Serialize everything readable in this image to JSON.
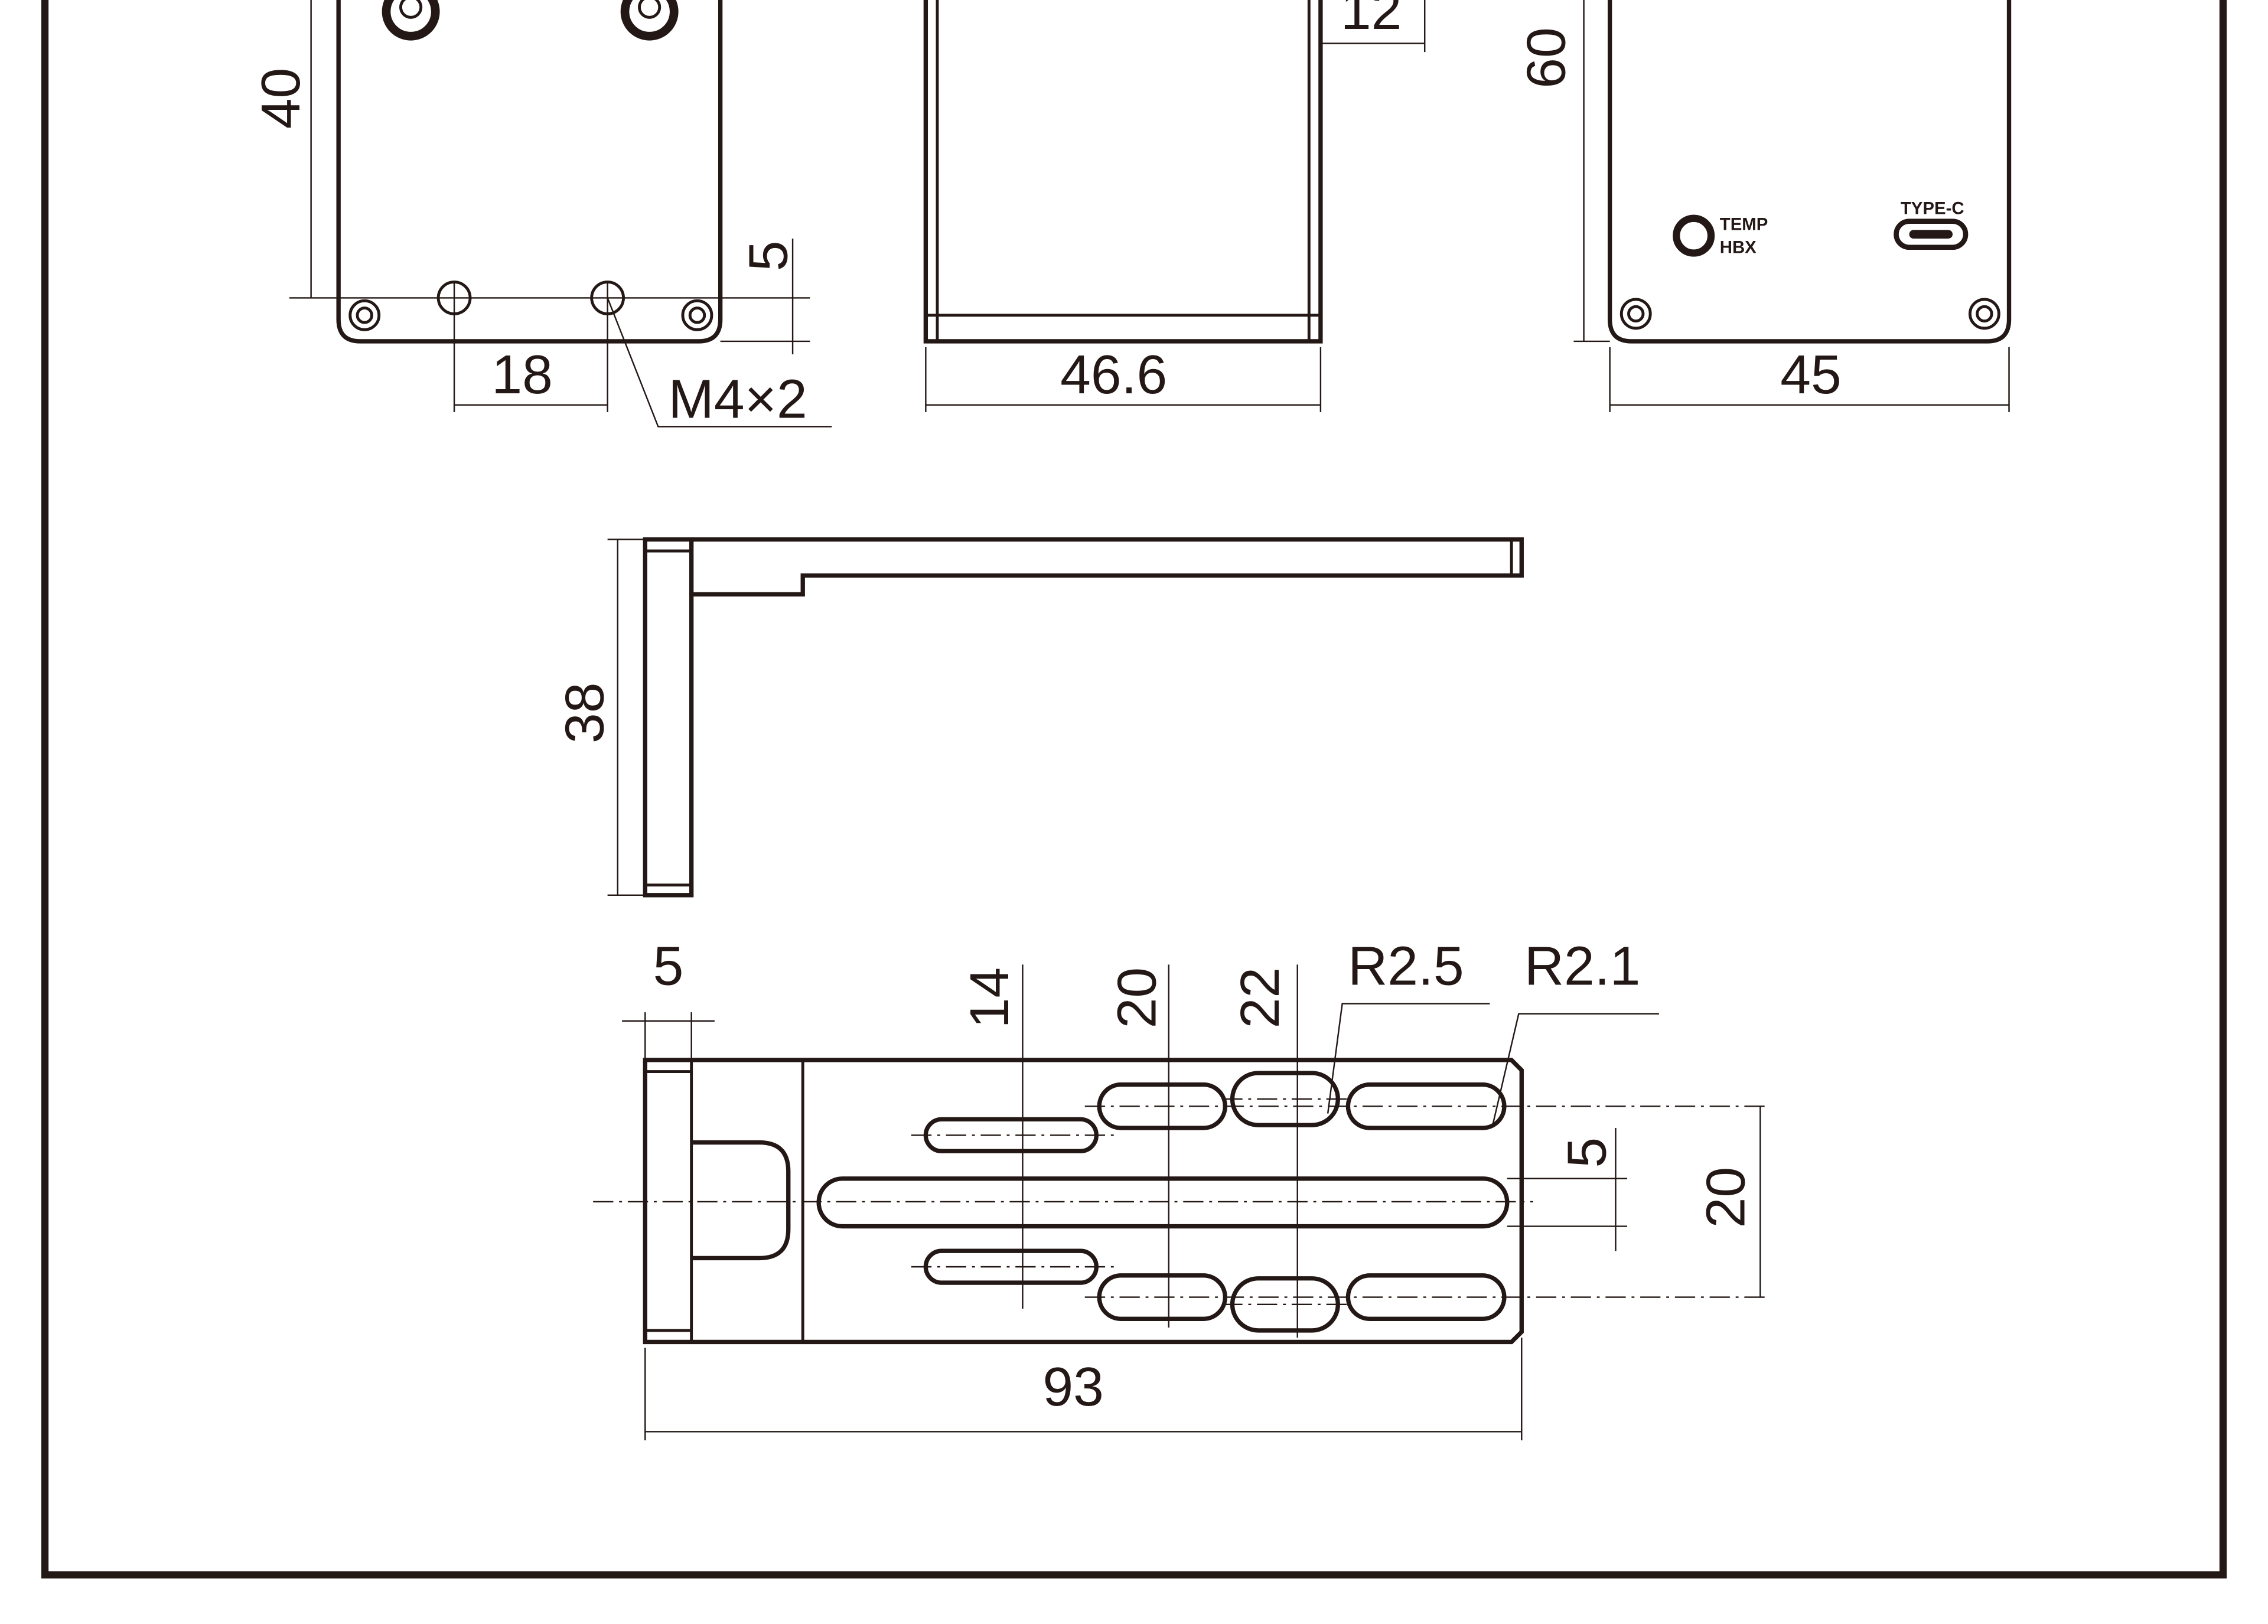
{
  "front_view": {
    "height_dim": "40",
    "edge_dim": "5",
    "hole_spacing_dim": "18",
    "thread_callout": "M4×2"
  },
  "side_view": {
    "depth_dim": "12",
    "width_dim": "46.6"
  },
  "rear_view": {
    "height_dim": "60",
    "width_dim": "45",
    "knob_label_1": "TEMP",
    "knob_label_2": "HBX",
    "port_label": "TYPE-C"
  },
  "bracket_side": {
    "height_dim": "38"
  },
  "bracket_top": {
    "flange_dim": "5",
    "slot_dims": [
      "14",
      "20",
      "22"
    ],
    "radius_1": "R2.5",
    "radius_2": "R2.1",
    "slot_offset_dim": "5",
    "slot_pitch_dim": "20",
    "length_dim": "93"
  },
  "colors": {
    "line": "#231815",
    "background": "#ffffff"
  }
}
